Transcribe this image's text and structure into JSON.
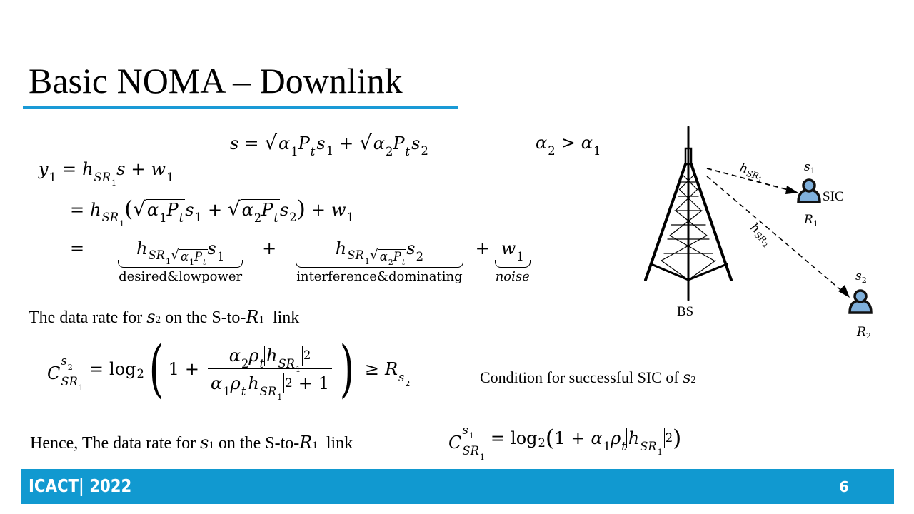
{
  "title": "Basic NOMA – Downlink",
  "colors": {
    "accent": "#1a9ad6",
    "footer": "#1199d0",
    "user_icon": "#7fb0dc"
  },
  "equations": {
    "signal": [
      {
        "v": "s"
      },
      {
        "o": "="
      },
      {
        "sqrt": [
          {
            "sb": [
              {
                "v": "α"
              }
            ],
            "s": [
              {
                "n": "1"
              }
            ]
          },
          {
            "sb": [
              {
                "v": "P"
              }
            ],
            "s": [
              {
                "v": "t"
              }
            ]
          }
        ]
      },
      {
        "sb": [
          {
            "v": "s"
          }
        ],
        "s": [
          {
            "n": "1"
          }
        ]
      },
      {
        "o": "+"
      },
      {
        "sqrt": [
          {
            "sb": [
              {
                "v": "α"
              }
            ],
            "s": [
              {
                "n": "2"
              }
            ]
          },
          {
            "sb": [
              {
                "v": "P"
              }
            ],
            "s": [
              {
                "v": "t"
              }
            ]
          }
        ]
      },
      {
        "sb": [
          {
            "v": "s"
          }
        ],
        "s": [
          {
            "n": "2"
          }
        ]
      }
    ],
    "power_order": [
      {
        "sb": [
          {
            "v": "α"
          }
        ],
        "s": [
          {
            "n": "2"
          }
        ]
      },
      {
        "o": ">"
      },
      {
        "sb": [
          {
            "v": "α"
          }
        ],
        "s": [
          {
            "n": "1"
          }
        ]
      }
    ],
    "y1_line1": [
      {
        "sb": [
          {
            "v": "y"
          }
        ],
        "s": [
          {
            "n": "1"
          }
        ]
      },
      {
        "o": "="
      },
      {
        "sb": [
          {
            "v": "h"
          }
        ],
        "s": [
          {
            "v": "S"
          },
          {
            "sb": [
              {
                "v": "R"
              }
            ],
            "s": [
              {
                "n": "1"
              }
            ]
          }
        ]
      },
      {
        "v": "s"
      },
      {
        "o": "+"
      },
      {
        "sb": [
          {
            "v": "w"
          }
        ],
        "s": [
          {
            "n": "1"
          }
        ]
      }
    ],
    "y1_line2": [
      {
        "o": "="
      },
      {
        "sb": [
          {
            "v": "h"
          }
        ],
        "s": [
          {
            "v": "S"
          },
          {
            "sb": [
              {
                "v": "R"
              }
            ],
            "s": [
              {
                "n": "1"
              }
            ]
          }
        ]
      },
      {
        "m": "("
      },
      {
        "sqrt": [
          {
            "sb": [
              {
                "v": "α"
              }
            ],
            "s": [
              {
                "n": "1"
              }
            ]
          },
          {
            "sb": [
              {
                "v": "P"
              }
            ],
            "s": [
              {
                "v": "t"
              }
            ]
          }
        ]
      },
      {
        "sb": [
          {
            "v": "s"
          }
        ],
        "s": [
          {
            "n": "1"
          }
        ]
      },
      {
        "o": "+"
      },
      {
        "sqrt": [
          {
            "sb": [
              {
                "v": "α"
              }
            ],
            "s": [
              {
                "n": "2"
              }
            ]
          },
          {
            "sb": [
              {
                "v": "P"
              }
            ],
            "s": [
              {
                "v": "t"
              }
            ]
          }
        ]
      },
      {
        "sb": [
          {
            "v": "s"
          }
        ],
        "s": [
          {
            "n": "2"
          }
        ]
      },
      {
        "m": ")"
      },
      {
        "o": "+"
      },
      {
        "sb": [
          {
            "v": "w"
          }
        ],
        "s": [
          {
            "n": "1"
          }
        ]
      }
    ],
    "y1_line3": [
      {
        "o": "="
      },
      {
        "gap": 40
      },
      {
        "ub": [
          {
            "sb": [
              {
                "v": "h"
              }
            ],
            "s": [
              {
                "v": "S"
              },
              {
                "sb": [
                  {
                    "v": "R"
                  }
                ],
                "s": [
                  {
                    "n": "1"
                  }
                ]
              },
              {
                "sqrt": [
                  {
                    "sb": [
                      {
                        "v": "α"
                      }
                    ],
                    "s": [
                      {
                        "n": "1"
                      }
                    ]
                  },
                  {
                    "sb": [
                      {
                        "v": "P"
                      }
                    ],
                    "s": [
                      {
                        "v": "t"
                      }
                    ]
                  }
                ]
              }
            ]
          },
          {
            "sb": [
              {
                "v": "s"
              }
            ],
            "s": [
              {
                "n": "1"
              }
            ]
          }
        ],
        "label": [
          {
            "n": "desired&lowpower"
          }
        ]
      },
      {
        "gap": 20
      },
      {
        "o": "+"
      },
      {
        "gap": 20
      },
      {
        "ub": [
          {
            "sb": [
              {
                "v": "h"
              }
            ],
            "s": [
              {
                "v": "S"
              },
              {
                "sb": [
                  {
                    "v": "R"
                  }
                ],
                "s": [
                  {
                    "n": "1"
                  }
                ]
              },
              {
                "sqrt": [
                  {
                    "sb": [
                      {
                        "v": "α"
                      }
                    ],
                    "s": [
                      {
                        "n": "2"
                      }
                    ]
                  },
                  {
                    "sb": [
                      {
                        "v": "P"
                      }
                    ],
                    "s": [
                      {
                        "v": "t"
                      }
                    ]
                  }
                ]
              }
            ]
          },
          {
            "sb": [
              {
                "v": "s"
              }
            ],
            "s": [
              {
                "n": "2"
              }
            ]
          }
        ],
        "label": [
          {
            "n": "interference&dominating"
          }
        ]
      },
      {
        "gap": 10
      },
      {
        "o": "+"
      },
      {
        "ub": [
          {
            "sb": [
              {
                "v": "w"
              }
            ],
            "s": [
              {
                "n": "1"
              }
            ]
          }
        ],
        "label": [
          {
            "v": "noise"
          }
        ]
      }
    ],
    "capacity_s2": [
      {
        "sb": [
          {
            "v": "C"
          }
        ],
        "p": [
          {
            "sb": [
              {
                "v": "s"
              }
            ],
            "s": [
              {
                "n": "2"
              }
            ]
          }
        ],
        "s": [
          {
            "v": "S"
          },
          {
            "sb": [
              {
                "v": "R"
              }
            ],
            "s": [
              {
                "n": "1"
              }
            ]
          }
        ]
      },
      {
        "o": "="
      },
      {
        "n": "log"
      },
      {
        "sb": [],
        "s": [
          {
            "n": "2"
          }
        ]
      },
      {
        "big": "("
      },
      {
        "n": "1"
      },
      {
        "o": "+"
      },
      {
        "frac": [
          {
            "sb": [
              {
                "v": "α"
              }
            ],
            "s": [
              {
                "n": "2"
              }
            ]
          },
          {
            "sb": [
              {
                "v": "ρ"
              }
            ],
            "s": [
              {
                "v": "t"
              }
            ]
          },
          {
            "sb": [
              {
                "abs": [
                  {
                    "sb": [
                      {
                        "v": "h"
                      }
                    ],
                    "s": [
                      {
                        "v": "S"
                      },
                      {
                        "sb": [
                          {
                            "v": "R"
                          }
                        ],
                        "s": [
                          {
                            "n": "1"
                          }
                        ]
                      }
                    ]
                  }
                ]
              }
            ],
            "p": [
              {
                "n": "2"
              }
            ]
          }
        ],
        "den": [
          {
            "sb": [
              {
                "v": "α"
              }
            ],
            "s": [
              {
                "n": "1"
              }
            ]
          },
          {
            "sb": [
              {
                "v": "ρ"
              }
            ],
            "s": [
              {
                "v": "t"
              }
            ]
          },
          {
            "sb": [
              {
                "abs": [
                  {
                    "sb": [
                      {
                        "v": "h"
                      }
                    ],
                    "s": [
                      {
                        "v": "S"
                      },
                      {
                        "sb": [
                          {
                            "v": "R"
                          }
                        ],
                        "s": [
                          {
                            "n": "1"
                          }
                        ]
                      }
                    ]
                  }
                ]
              }
            ],
            "p": [
              {
                "n": "2"
              }
            ]
          },
          {
            "o": "+"
          },
          {
            "n": "1"
          }
        ]
      },
      {
        "big": ")"
      },
      {
        "o": "≥"
      },
      {
        "sb": [
          {
            "v": "R"
          }
        ],
        "s": [
          {
            "sb": [
              {
                "v": "s"
              }
            ],
            "s": [
              {
                "n": "2"
              }
            ]
          }
        ]
      }
    ],
    "capacity_s1": [
      {
        "sb": [
          {
            "v": "C"
          }
        ],
        "p": [
          {
            "sb": [
              {
                "v": "s"
              }
            ],
            "s": [
              {
                "n": "1"
              }
            ]
          }
        ],
        "s": [
          {
            "v": "S"
          },
          {
            "sb": [
              {
                "v": "R"
              }
            ],
            "s": [
              {
                "n": "1"
              }
            ]
          }
        ]
      },
      {
        "o": "="
      },
      {
        "n": "log"
      },
      {
        "sb": [],
        "s": [
          {
            "n": "2"
          }
        ]
      },
      {
        "m": "("
      },
      {
        "n": "1"
      },
      {
        "o": "+"
      },
      {
        "sb": [
          {
            "v": "α"
          }
        ],
        "s": [
          {
            "n": "1"
          }
        ]
      },
      {
        "sb": [
          {
            "v": "ρ"
          }
        ],
        "s": [
          {
            "v": "t"
          }
        ]
      },
      {
        "sb": [
          {
            "abs": [
              {
                "sb": [
                  {
                    "v": "h"
                  }
                ],
                "s": [
                  {
                    "v": "S"
                  },
                  {
                    "sb": [
                      {
                        "v": "R"
                      }
                    ],
                    "s": [
                      {
                        "n": "1"
                      }
                    ]
                  }
                ]
              }
            ]
          }
        ],
        "p": [
          {
            "n": "2"
          }
        ]
      },
      {
        "m": ")"
      }
    ]
  },
  "text": {
    "rate_s2_prefix": "The data rate for",
    "rate_s2_var": "s",
    "rate_s2_sub": "2",
    "rate_s2_mid": "on the S-to-",
    "rate_s2_R": "R",
    "rate_s2_Rsub": "1",
    "rate_s2_suffix": "link",
    "condition": "Condition for successful SIC of",
    "condition_var": "s",
    "condition_sub": "2",
    "hence_prefix": "Hence, The data rate for",
    "hence_var": "s",
    "hence_sub": "1",
    "hence_mid": "on the S-to-",
    "hence_R": "R",
    "hence_Rsub": "1",
    "hence_suffix": "link"
  },
  "diagram": {
    "bs_label": "BS",
    "link1": {
      "h": "h",
      "S": "S",
      "R": "R",
      "sub": "1"
    },
    "link2": {
      "h": "h",
      "S": "S",
      "R": "R",
      "sub": "2"
    },
    "user1": {
      "signal": "s",
      "signal_sub": "1",
      "name": "R",
      "name_sub": "1",
      "tag": "SIC"
    },
    "user2": {
      "signal": "s",
      "signal_sub": "2",
      "name": "R",
      "name_sub": "2"
    }
  },
  "footer": {
    "conference": "ICACT| 2022",
    "page": "6"
  }
}
